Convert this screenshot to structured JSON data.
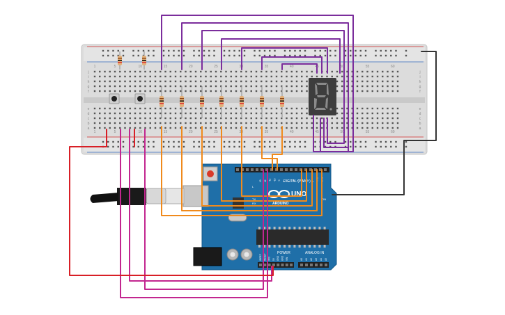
{
  "breadcrumb_free": true,
  "breadboard": {
    "column_numbers": [
      "1",
      "5",
      "10",
      "15",
      "20",
      "25",
      "30",
      "35",
      "40",
      "45",
      "50",
      "55",
      "60"
    ],
    "row_letters_top": [
      "j",
      "i",
      "h",
      "g",
      "f"
    ],
    "row_letters_bottom": [
      "e",
      "d",
      "c",
      "b",
      "a"
    ]
  },
  "seven_segment": {
    "digit": "8"
  },
  "arduino": {
    "digital_label": "DIGITAL (PWM~)",
    "brand_label": "UNO",
    "model_label": "ARDUINO",
    "power_label": "POWER",
    "analog_label": "ANALOG IN",
    "aref_label": "AREF",
    "gnd_label": "GND",
    "on_label": "ON",
    "tx_label": "TX",
    "rx_label": "RX",
    "l_label": "L",
    "power_pins": [
      "IOREF",
      "RESET",
      "3V3",
      "5V",
      "GND",
      "GND",
      "VIN"
    ],
    "analog_pins": [
      "A0",
      "A1",
      "A2",
      "A3",
      "A4",
      "A5"
    ],
    "digital_pins": [
      "13",
      "12",
      "~11",
      "~10",
      "~9",
      "8",
      "7",
      "~6",
      "~5",
      "4",
      "~3",
      "2",
      "TX 1",
      "RX 0"
    ]
  },
  "colors": {
    "wire_purple": "#7b2d9c",
    "wire_orange": "#f08a1c",
    "wire_magenta": "#c2268f",
    "wire_red": "#d81f26",
    "wire_black": "#333333",
    "board_blue": "#1f6fa8",
    "breadboard": "#dcdcdc"
  }
}
